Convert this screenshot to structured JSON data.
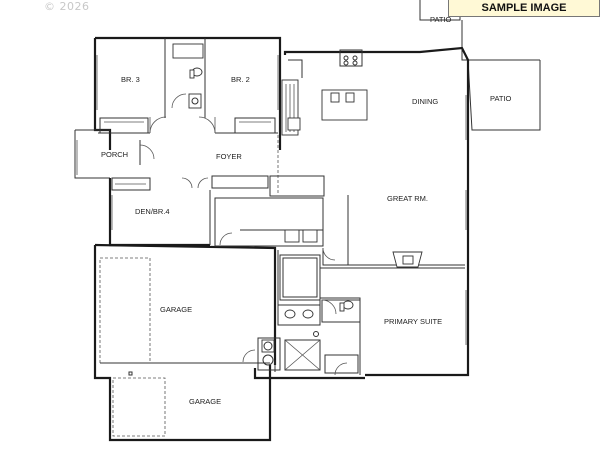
{
  "watermark": {
    "copyright": "© 2026"
  },
  "banner": {
    "text": "SAMPLE IMAGE"
  },
  "rooms": {
    "br3": "BR. 3",
    "br2": "BR. 2",
    "porch": "PORCH",
    "foyer": "FOYER",
    "den": "DEN/BR.4",
    "dining": "DINING",
    "great_room": "GREAT RM.",
    "patio_top": "PATIO",
    "patio_right": "PATIO",
    "garage_upper": "GARAGE",
    "garage_lower": "GARAGE",
    "primary_suite": "PRIMARY SUITE"
  },
  "colors": {
    "wall": "#1a1a1a",
    "banner_bg": "#fff9d6",
    "watermark": "#c8c8c8"
  }
}
